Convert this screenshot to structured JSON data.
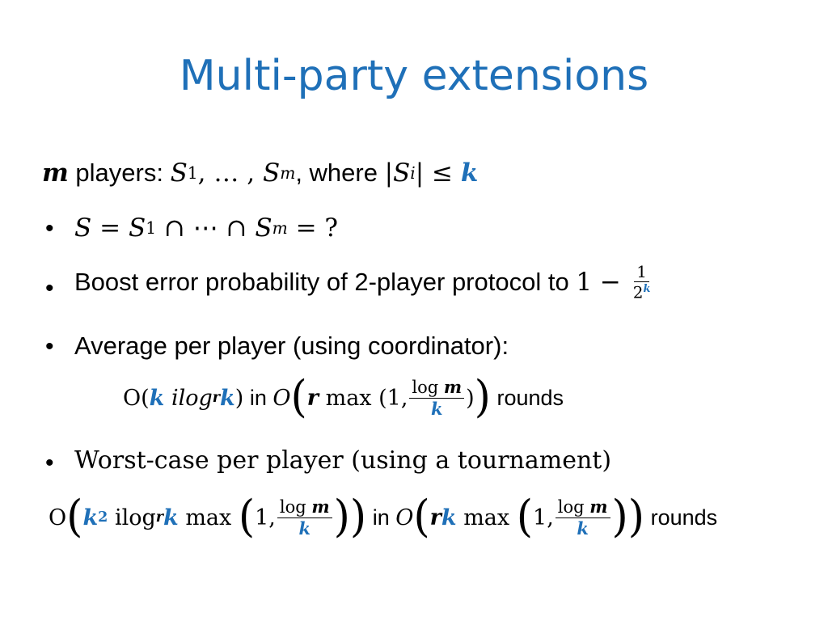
{
  "slide": {
    "title": "Multi-party extensions",
    "intro": {
      "m": "m",
      "players_label": " players: ",
      "S": "S",
      "sub1": "1",
      "dots": ", … , ",
      "subm": "m",
      "where_label": ", where ",
      "abs_open": "|",
      "subi": "i",
      "abs_close": "|",
      "leq": " ≤ ",
      "k": "k"
    },
    "bullet_char": "•",
    "bullet1": {
      "S": "S",
      "eq": " = ",
      "S1": "S",
      "sub1": "1",
      "cap_dots": " ∩ ⋯ ∩ ",
      "Sm": "S",
      "subm": "m",
      "eq_q": " = ?"
    },
    "bullet2": {
      "text": "Boost error probability of 2-player protocol to ",
      "one_minus": "1 − ",
      "frac_num": "1",
      "frac_den_base": "2",
      "frac_den_exp": "k"
    },
    "bullet3": {
      "text": "Average per player (using coordinator):"
    },
    "formula1": {
      "O": "O(",
      "k": "k",
      "ilog": " ilog",
      "r_sup": "r",
      "k2": "k",
      "close": ")",
      "in_label": " in ",
      "O2": "O",
      "r": "r",
      "max": " max (1,",
      "num": "log ",
      "num_m": "m",
      "den": "k",
      "tail": "))",
      "rounds": " rounds"
    },
    "bullet4": {
      "text": "Worst-case per player (using a tournament)"
    },
    "formula2": {
      "O": "O",
      "k": "k",
      "k_sup": "2",
      "ilog": " ilog",
      "r_sup": "r",
      "k2": "k",
      "max": " max ",
      "one": "1,",
      "num": "log ",
      "num_m": "m",
      "den": "k",
      "in_label": " in ",
      "O2": "O",
      "r": "r",
      "k3": "k",
      "max2": " max ",
      "one2": "1,",
      "num2": "log ",
      "num2_m": "m",
      "den2": "k",
      "rounds": " rounds"
    }
  }
}
